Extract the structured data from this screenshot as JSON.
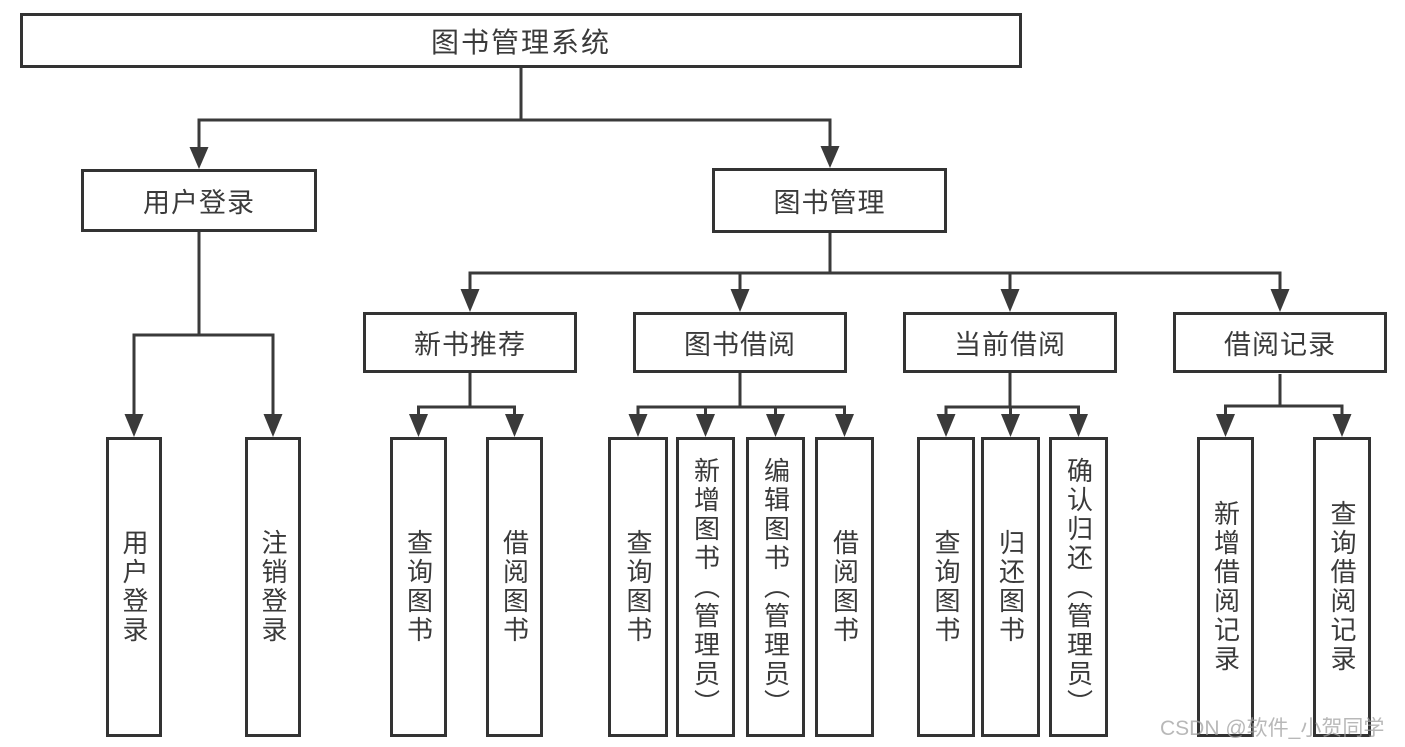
{
  "diagram": {
    "title": "图书管理系统",
    "nodes": {
      "root": "图书管理系统",
      "user_login": "用户登录",
      "book_mgmt": "图书管理",
      "new_book_rec": "新书推荐",
      "book_borrow": "图书借阅",
      "current_borrow": "当前借阅",
      "borrow_record": "借阅记录",
      "leaves_user_login": [
        "用户登录",
        "注销登录"
      ],
      "leaves_new_book": [
        "查询图书",
        "借阅图书"
      ],
      "leaves_book_borrow": [
        "查询图书",
        "新增图书（管理员）",
        "编辑图书（管理员）",
        "借阅图书"
      ],
      "leaves_current": [
        "查询图书",
        "归还图书",
        "确认归还（管理员）"
      ],
      "leaves_record": [
        "新增借阅记录",
        "查询借阅记录"
      ]
    },
    "colors": {
      "line": "#3a3a3a",
      "border": "#333333",
      "text": "#3a3a3a",
      "background": "#ffffff",
      "watermark": "#a0a0a0"
    }
  },
  "watermark": {
    "text": "CSDN @软件_小贺同学"
  }
}
